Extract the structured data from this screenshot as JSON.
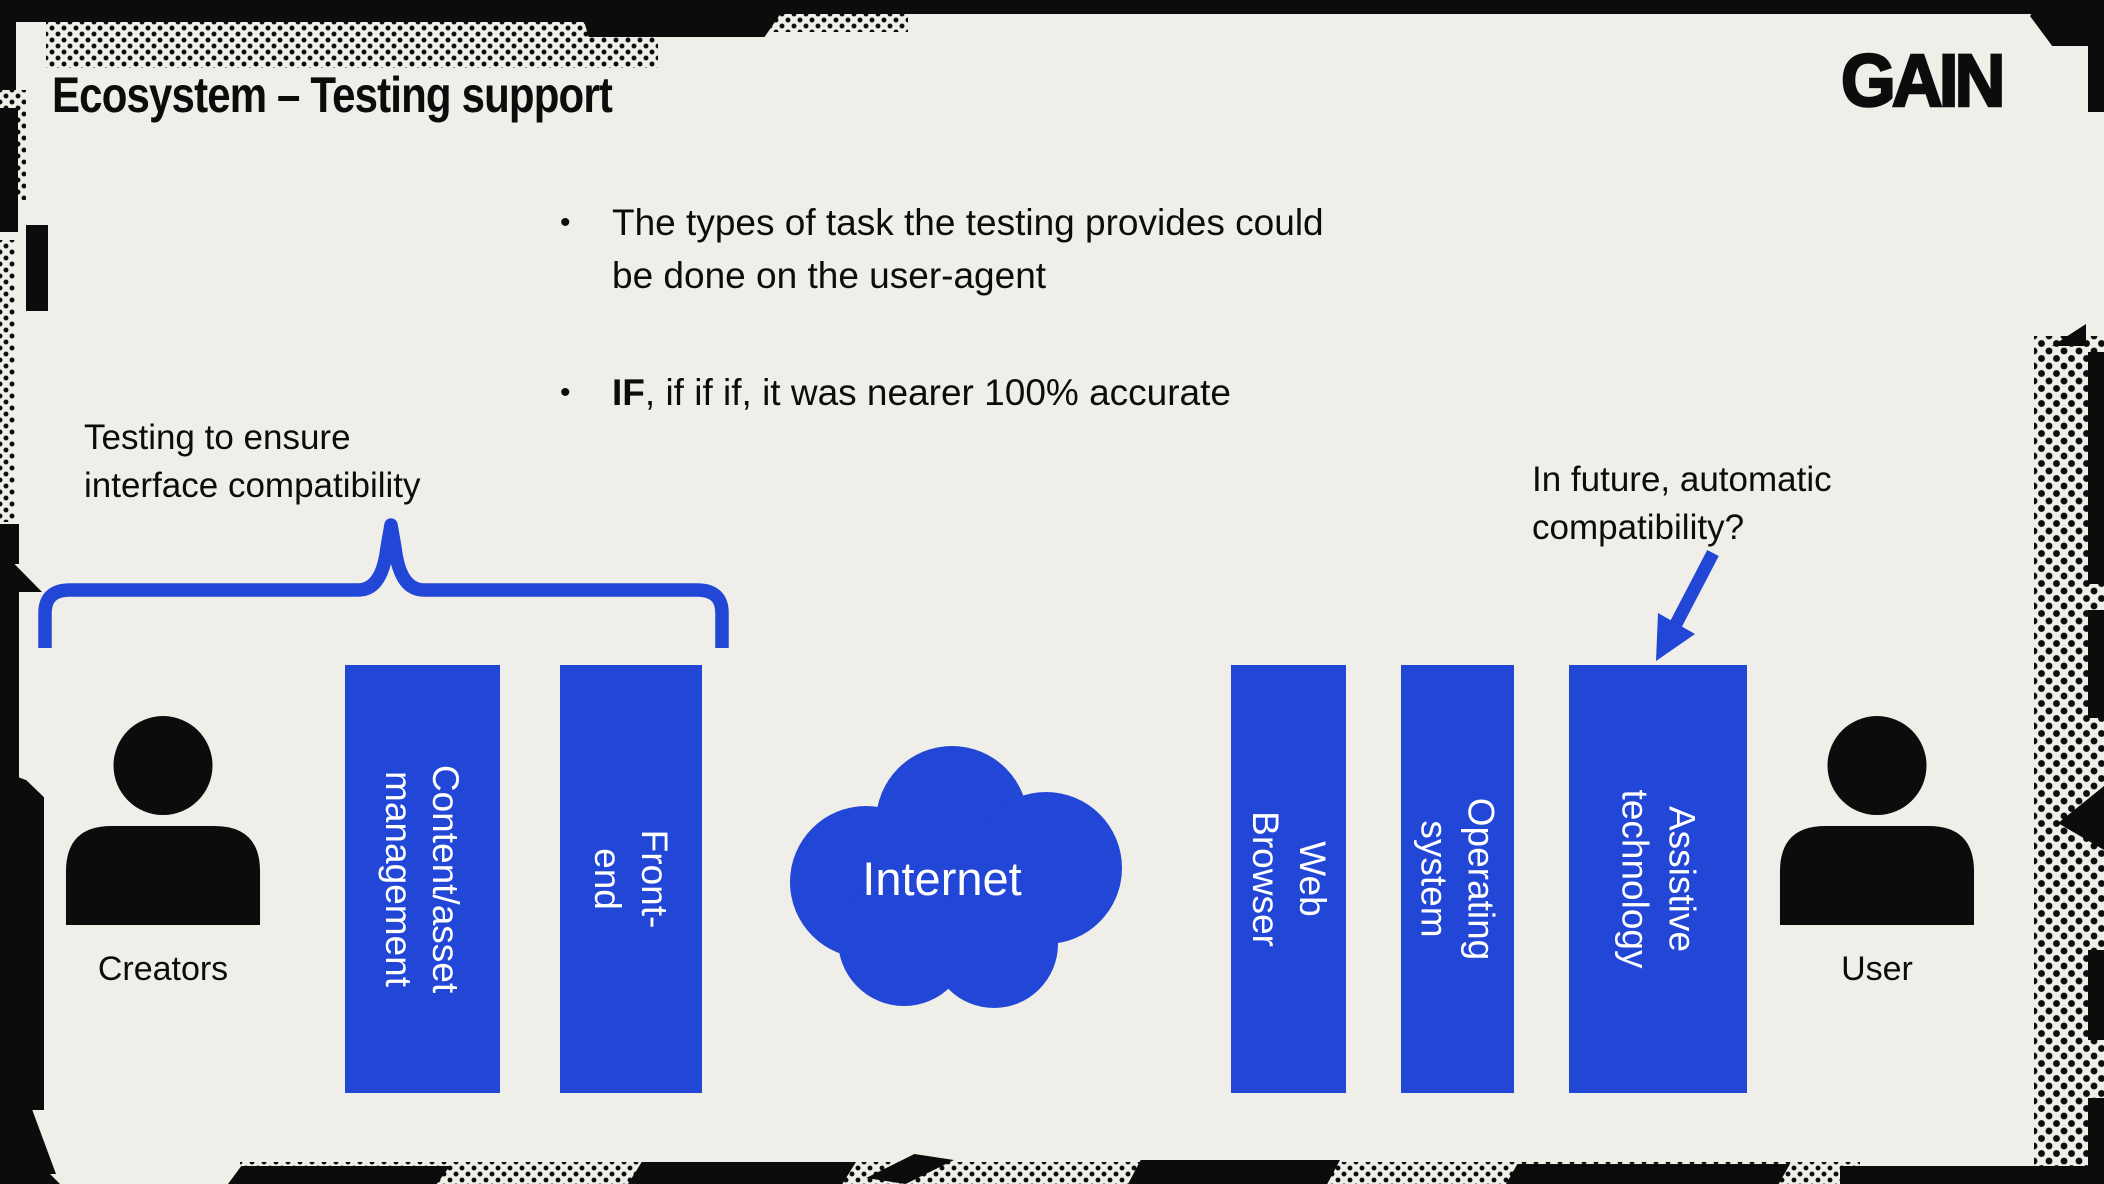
{
  "slide": {
    "title": "Ecosystem – Testing support",
    "logo_text": "GAIN",
    "bullets": {
      "marker": "•",
      "item1": "The types of task the testing provides could be done on the user-agent",
      "item2_bold": "IF",
      "item2_rest": ", if if if, it was nearer 100% accurate"
    },
    "left_annotation": {
      "line1": "Testing to ensure",
      "line2": "interface compatibility"
    },
    "right_annotation": {
      "line1": "In future, automatic",
      "line2": "compatibility?"
    },
    "actors": {
      "creators_label": "Creators",
      "user_label": "User"
    },
    "cloud_label": "Internet",
    "boxes": {
      "content_asset": "Content/asset\nmanagement",
      "front_end": "Front-end",
      "web_browser": "Web Browser",
      "operating_system": "Operating system",
      "assistive_technology": "Assistive\ntechnology"
    },
    "colors": {
      "accent_blue": "#2246d6",
      "background": "#efeee8",
      "ink": "#0c0c0c"
    }
  }
}
